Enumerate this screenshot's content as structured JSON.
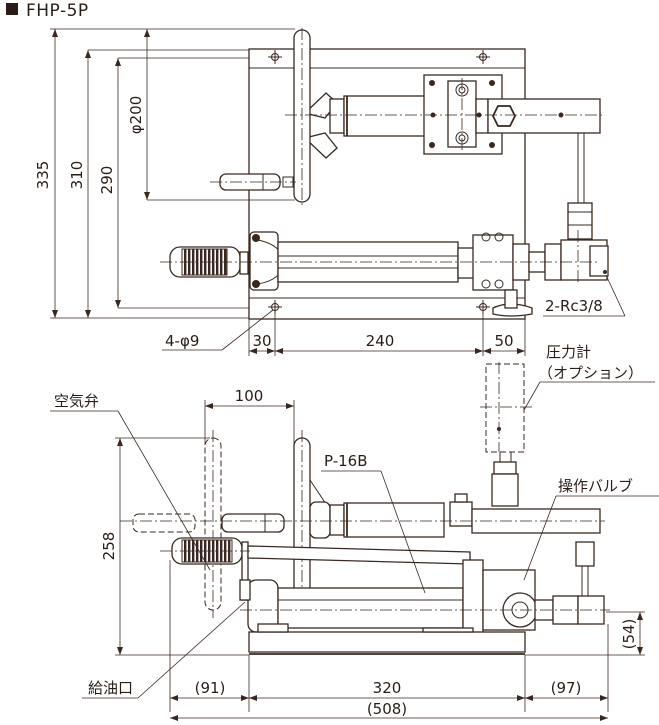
{
  "title": "FHP-5P",
  "colors": {
    "line": "#3a2820",
    "text": "#2a1d17",
    "background": "#ffffff"
  },
  "top_view": {
    "dimensions": {
      "height_overall": "335",
      "height_base": "310",
      "height_inner": "290",
      "handwheel_diameter": "φ200",
      "hole_spec": "4-φ9",
      "hole_offset_left": "30",
      "hole_pitch": "240",
      "hole_offset_right": "50"
    },
    "callouts": {
      "port_thread": "2-Rc3/8"
    }
  },
  "side_view": {
    "dimensions": {
      "handle_offset": "100",
      "overall_height": "258",
      "outlet_height": "(54)",
      "left_overhang": "(91)",
      "base_length": "320",
      "right_overhang": "(97)",
      "overall_length": "(508)"
    },
    "callouts": {
      "pressure_gauge": "圧力計",
      "pressure_gauge_note": "（オプション）",
      "air_valve": "空気弁",
      "pump_model": "P-16B",
      "operating_valve": "操作バルブ",
      "oil_filler": "給油口"
    }
  }
}
